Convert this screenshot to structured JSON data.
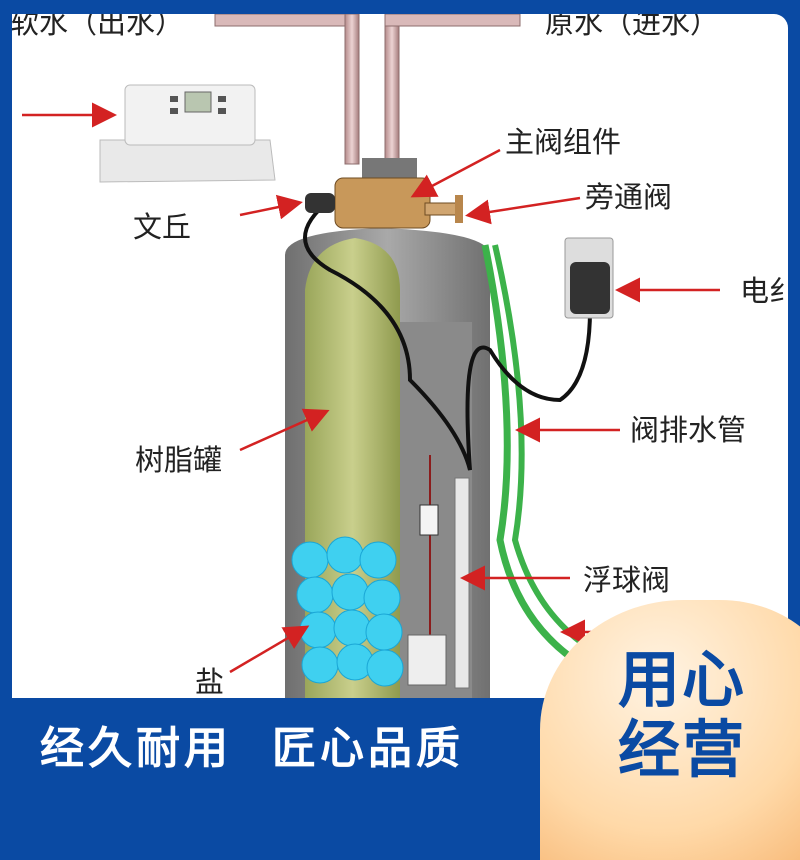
{
  "labels": {
    "soft_water_out": "软水（出水）",
    "raw_water_in": "原水（进水）",
    "main_valve": "主阀组件",
    "bypass_valve": "旁通阀",
    "venturi": "文丘",
    "motor": "电纟",
    "drain_pipe": "阀排水管",
    "resin_tank": "树脂罐",
    "float_valve": "浮球阀",
    "salt": "盐"
  },
  "banner": {
    "slogan_1": "经久耐用",
    "slogan_2": "匠心品质",
    "badge_line_1": "用心",
    "badge_line_2": "经营"
  },
  "colors": {
    "brand_blue": "#0a4aa3",
    "arrow_red": "#d32222",
    "hose_green": "#3cb24a"
  }
}
